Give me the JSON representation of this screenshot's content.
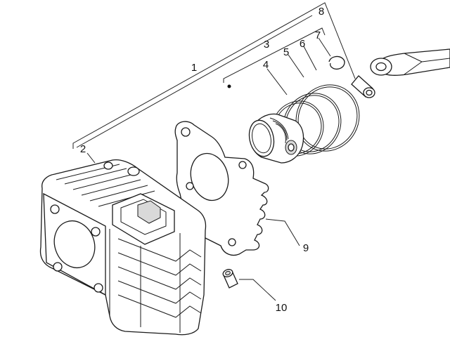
{
  "diagram": {
    "callouts": [
      "1",
      "2",
      "3",
      "4",
      "5",
      "6",
      "7",
      "8",
      "9",
      "10"
    ]
  },
  "colors": {
    "line": "#1a1a1a",
    "shade": "#d9d9d9",
    "background": "#ffffff"
  }
}
